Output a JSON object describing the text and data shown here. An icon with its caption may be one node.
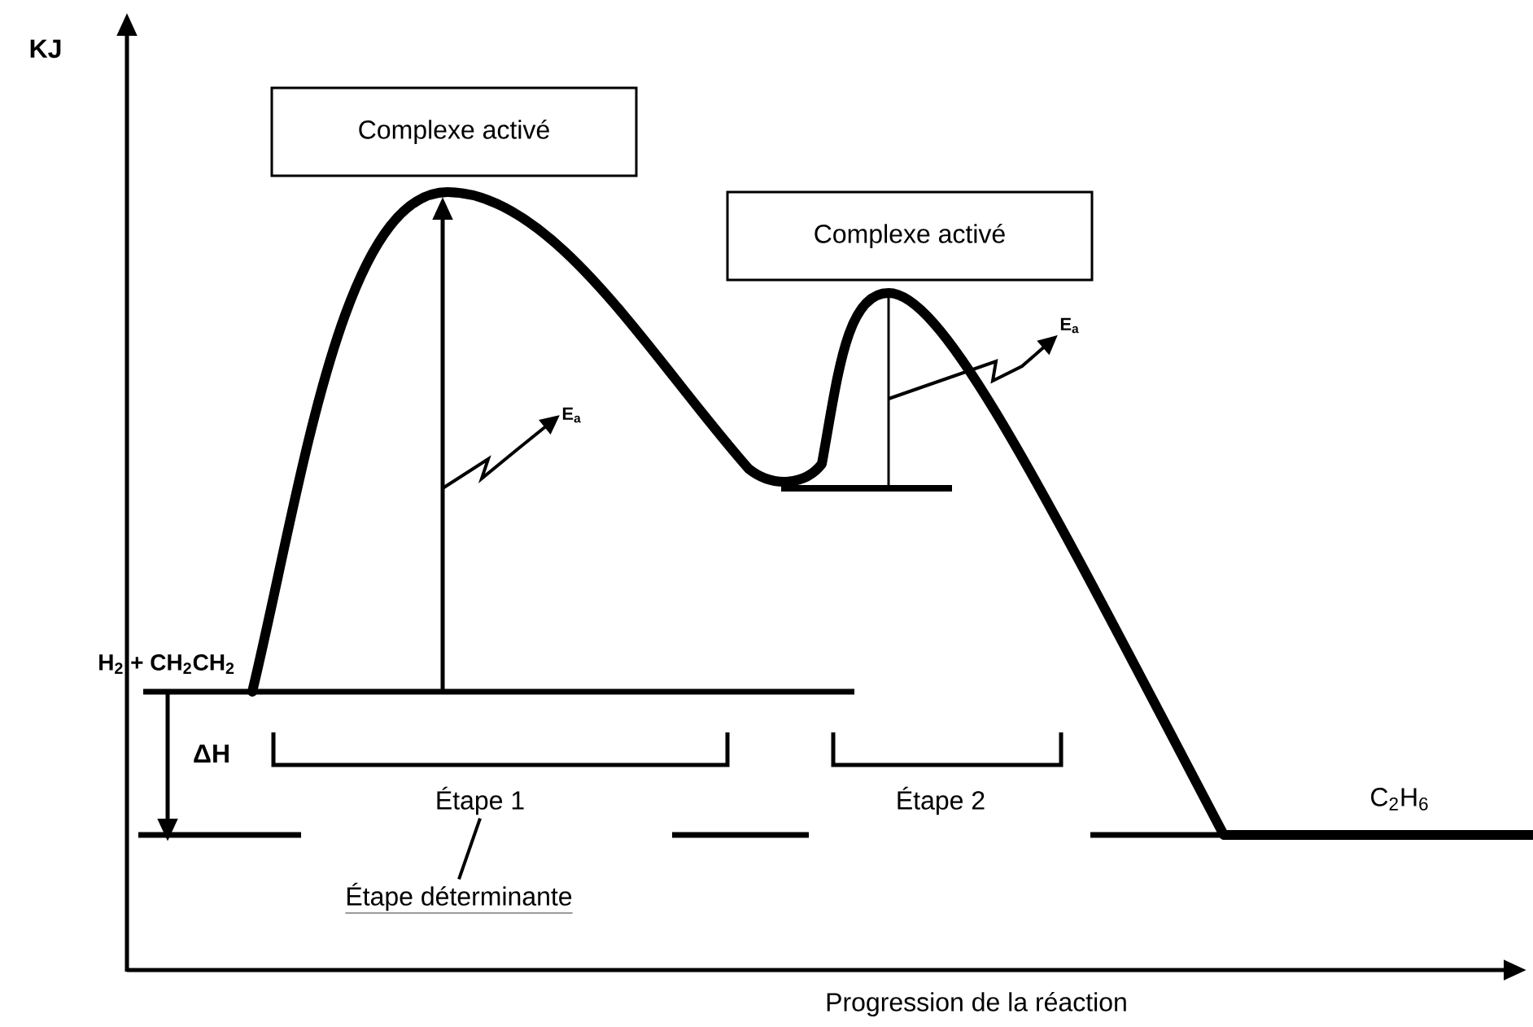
{
  "diagram": {
    "nodes": [
      {
        "text": [
          "Complexe activé"
        ]
      },
      {
        "text": [
          "Complexe activé"
        ]
      },
      {
        "text": [
          "E$_{a}$"
        ]
      },
      {
        "text": [
          "E$_{a}$"
        ]
      },
      {
        "text": [
          "Étape 1"
        ]
      },
      {
        "text": [
          "Étape déterminante"
        ]
      }
    ],
    "edges": [
      {
        "from": null,
        "to": 2,
        "arrow": "to"
      },
      {
        "from": null,
        "to": 3,
        "arrow": "to"
      },
      {
        "from": 4,
        "to": 5,
        "arrow": "none"
      }
    ],
    "labels": [
      "KJ",
      "H$_{2}$ + CH$_{2}$CH$_{2}$",
      "ΔH",
      "Étape 2",
      "C$_{2}$H$_{6}$",
      "Progression de la réaction"
    ]
  }
}
